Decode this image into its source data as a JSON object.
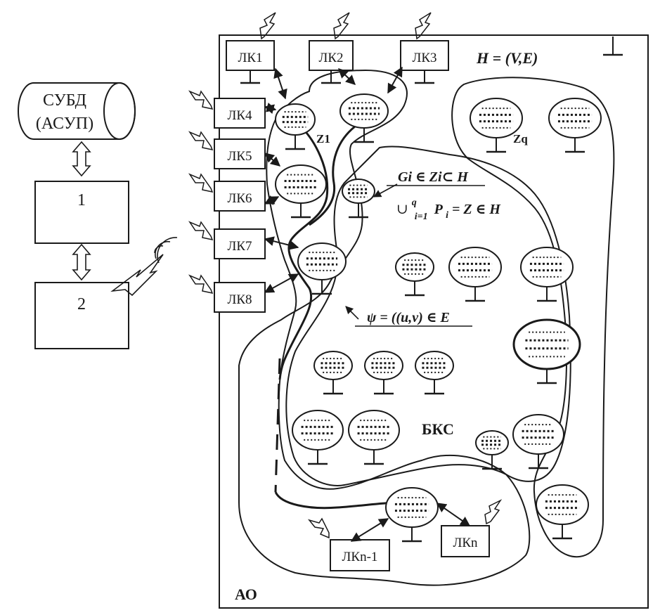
{
  "dbms": {
    "line1": "СУБД",
    "line2": "(АСУП)"
  },
  "block1": {
    "label": "1"
  },
  "block2": {
    "label": "2"
  },
  "lk_labels": {
    "lk1": "ЛК1",
    "lk2": "ЛК2",
    "lk3": "ЛК3",
    "lk4": "ЛК4",
    "lk5": "ЛК5",
    "lk6": "ЛК6",
    "lk7": "ЛК7",
    "lk8": "ЛК8",
    "lkn1": "ЛКn-1",
    "lkn": "ЛКn"
  },
  "formulas": {
    "graph": "H = (V,E)",
    "subset": "Gi ∈ Zi⊂ H",
    "union_symbol": "∪",
    "union_sup": "q",
    "union_sub": "i=1",
    "union_rest": "P",
    "union_rest_sub": "i",
    "union_tail": " = Z ∈ H",
    "edge": "ψ = ((u,v) ∈ E"
  },
  "labels": {
    "z1": "Z1",
    "zq": "Zq",
    "bks": "БКС",
    "ao": "АО"
  },
  "colors": {
    "stroke": "#1a1a1a",
    "background": "#ffffff"
  }
}
